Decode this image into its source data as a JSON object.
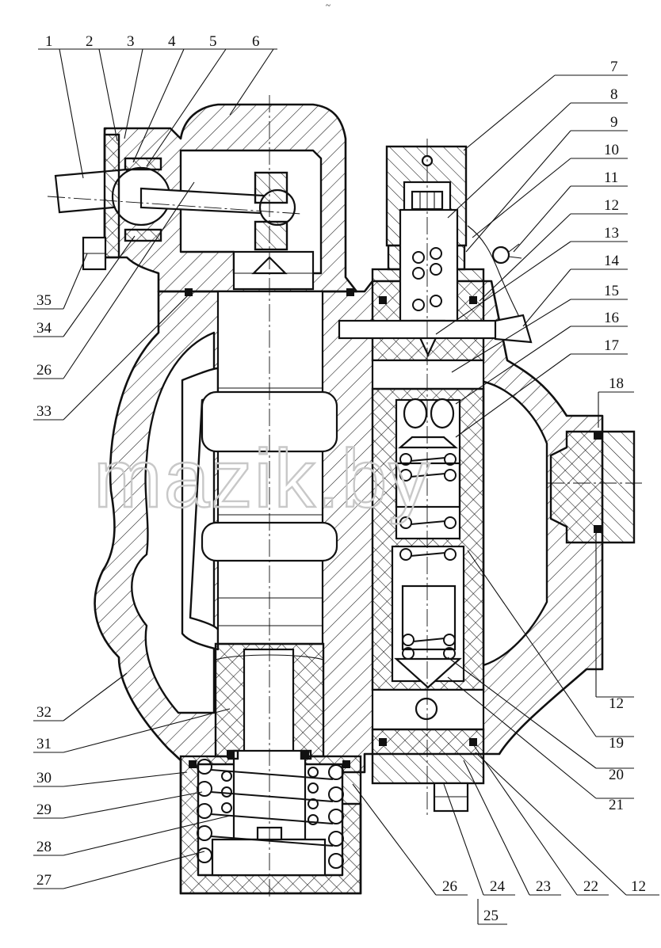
{
  "header": {
    "mark": "~"
  },
  "labels": {
    "top": [
      "1",
      "2",
      "3",
      "4",
      "5",
      "6"
    ],
    "right": [
      "7",
      "8",
      "9",
      "10",
      "11",
      "12",
      "13",
      "14",
      "15",
      "16",
      "17",
      "18"
    ],
    "right_lower": [
      "12",
      "19",
      "20",
      "21"
    ],
    "left": [
      "35",
      "34",
      "26",
      "33",
      "32",
      "31",
      "30",
      "29",
      "28",
      "27"
    ],
    "bottom": [
      "26",
      "24",
      "23",
      "22",
      "12",
      "25"
    ]
  },
  "watermark": "mazik.by"
}
